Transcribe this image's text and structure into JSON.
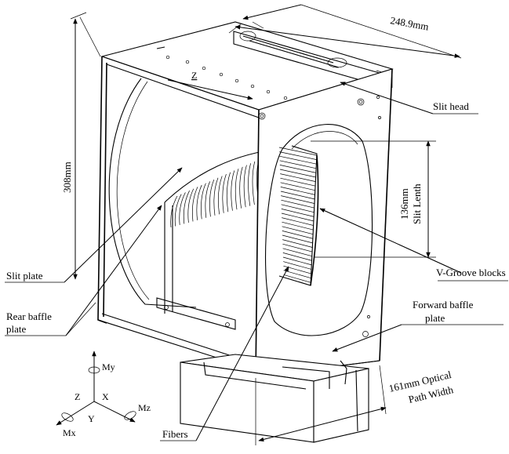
{
  "dimensions": {
    "width_label": "248.9mm",
    "height_label": "308mm",
    "slit_length_value": "136mm",
    "slit_length_label": "Slit Lenth",
    "optical_path_value": "161mm Optical",
    "optical_path_label": "Path Width"
  },
  "labels": {
    "slit_head": "Slit head",
    "v_groove_blocks": "V-Groove blocks",
    "forward_baffle_line1": "Forward baffle",
    "forward_baffle_line2": "plate",
    "slit_plate": "Slit plate",
    "rear_baffle_line1": "Rear  baffle",
    "rear_baffle_line2": "plate",
    "fibers": "Fibers"
  },
  "axes": {
    "z_top": "Z",
    "my": "My",
    "mx": "Mx",
    "mz": "Mz",
    "x": "X",
    "y": "Y",
    "z": "Z"
  }
}
